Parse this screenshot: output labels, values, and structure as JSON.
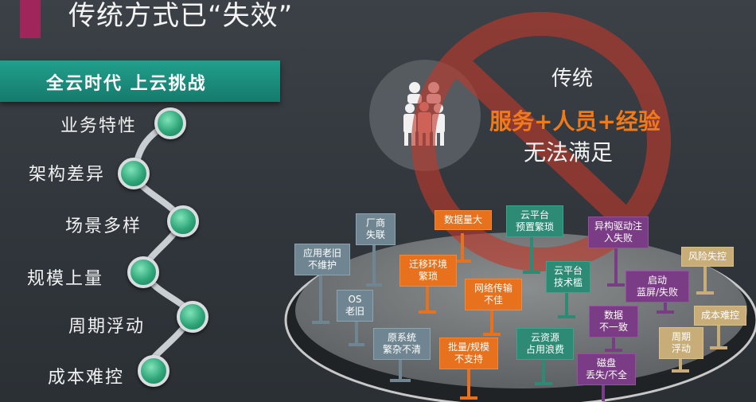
{
  "slide": {
    "title": "传统方式已“失效”",
    "banner": "全云时代  上云挑战",
    "factors": [
      "业务特性",
      "架构差异",
      "场景多样",
      "规模上量",
      "周期浮动",
      "成本难控"
    ]
  },
  "callout": {
    "line1": "传统",
    "line2": "服务+人员+经验",
    "line3": "无法满足"
  },
  "signs": {
    "s1": "应用老旧\n不维护",
    "s2": "厂商\n失联",
    "s3": "OS\n老旧",
    "s4": "原系统\n繁杂不清",
    "s5": "数据量大",
    "s6": "迁移环境\n繁琐",
    "s7": "网络传输\n不佳",
    "s8": "批量/规模\n不支持",
    "s9": "云平台\n预置繁琐",
    "s10": "云平台\n技术槛",
    "s11": "云资源\n占用浪费",
    "s12": "异构驱动注\n入失败",
    "s13": "启动\n蓝屏/失败",
    "s14": "数据\n不一致",
    "s15": "磁盘\n丢失/不全",
    "s16": "风险失控",
    "s17": "成本难控",
    "s18": "周期\n浮动"
  },
  "colors": {
    "accent": "#a0255a",
    "banner": "#1c8f7e",
    "node": "#2fa579",
    "orange_text": "#f07a1a",
    "prohibit": "#c0392b",
    "sign_grey": "#6f8591",
    "sign_orange": "#e8711e",
    "sign_teal": "#2c8a75",
    "sign_purple": "#7b3c86",
    "sign_tan": "#c9ad78"
  },
  "icons": {
    "people": "people-group-icon",
    "prohibit": "prohibition-icon"
  }
}
